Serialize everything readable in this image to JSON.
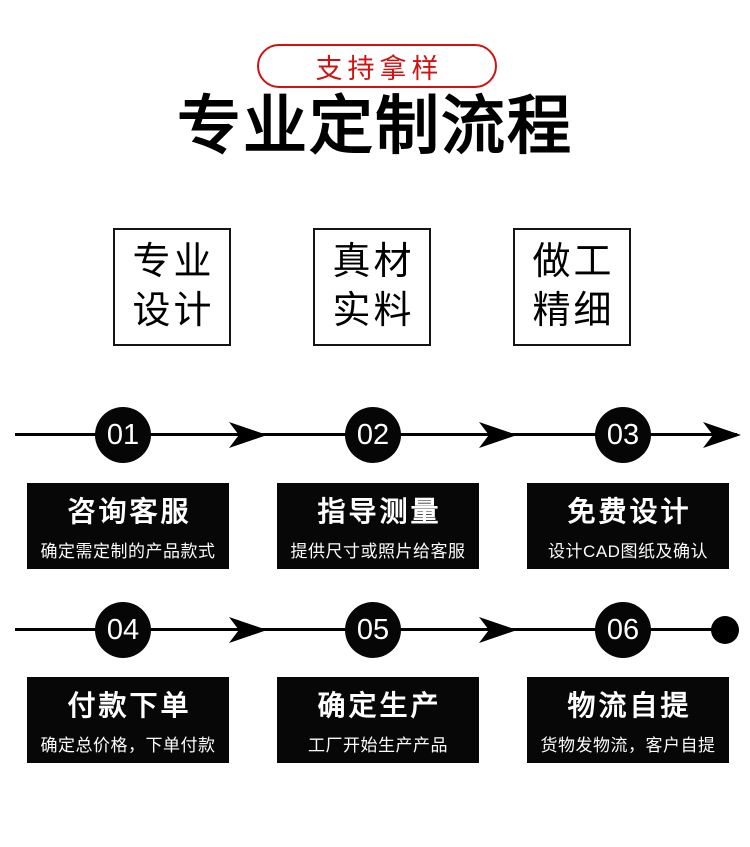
{
  "badge": {
    "label": "支持拿样"
  },
  "title": "专业定制流程",
  "features": [
    {
      "lines": [
        "专业",
        "设计"
      ]
    },
    {
      "lines": [
        "真材",
        "实料"
      ]
    },
    {
      "lines": [
        "做工",
        "精细"
      ]
    }
  ],
  "steps": [
    {
      "number": "01",
      "title": "咨询客服",
      "desc": "确定需定制的产品款式"
    },
    {
      "number": "02",
      "title": "指导测量",
      "desc": "提供尺寸或照片给客服"
    },
    {
      "number": "03",
      "title": "免费设计",
      "desc": "设计CAD图纸及确认"
    },
    {
      "number": "04",
      "title": "付款下单",
      "desc": "确定总价格，下单付款"
    },
    {
      "number": "05",
      "title": "确定生产",
      "desc": "工厂开始生产产品"
    },
    {
      "number": "06",
      "title": "物流自提",
      "desc": "货物发物流，客户自提"
    }
  ],
  "colors": {
    "accent_red": "#d01212",
    "ink_black": "#000000",
    "step_box_black": "#070707",
    "text_white": "#ffffff"
  }
}
